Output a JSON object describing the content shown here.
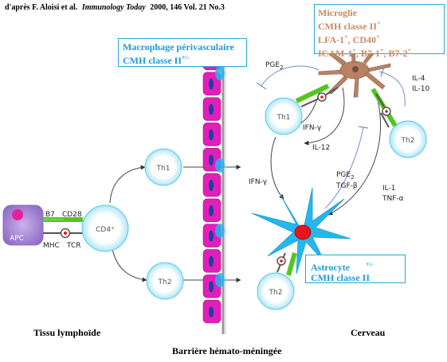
{
  "citation": {
    "prefix": "d'après F. Aloisi et al.",
    "journal": "Immunology Today",
    "suffix": "2000, 146 Vol. 21 No.3"
  },
  "microglia": {
    "title": "Microglie",
    "line2": "CMH classe II",
    "line2_sup": "+",
    "line3a": "LFA-1",
    "line3a_sup": "+",
    "line3b": ", CD40",
    "line3b_sup": "+",
    "line4a": "ICAM-1",
    "line4a_sup": "+",
    "line4b": ", B7-1",
    "line4b_sup": "+",
    "line4c": ", B7-2",
    "line4c_sup": "+"
  },
  "macrophage": {
    "line1": "Macrophage périvasculaire",
    "line2": "CMH classe II",
    "line2_sup": "+/-"
  },
  "astrocyte": {
    "line1": "Astrocyte",
    "line1_sup": "+/-",
    "line2": "CMH classe II"
  },
  "cells": {
    "apc": "APC",
    "cd4": "CD4⁺",
    "th1_left": "Th1",
    "th2_left": "Th2",
    "th1_right": "Th1",
    "th2_right_top": "Th2",
    "th2_right_bottom": "Th2"
  },
  "receptors": {
    "b7": "B7",
    "cd28": "CD28",
    "mhc": "MHC",
    "tcr": "TCR"
  },
  "cytokines": {
    "pge2_top": "PGE",
    "pge2_top_sub": "2",
    "il4": "IL-4",
    "il10": "IL-10",
    "ifng_mid": "IFN-γ",
    "il12": "IL-12",
    "ifng_left": "IFN-γ",
    "pge2_mid": "PGE",
    "pge2_mid_sub": "2",
    "tgfb": "TGF-β",
    "il1": "IL-1",
    "tnfa": "TNF-α"
  },
  "labels": {
    "tissu": "Tissu lymphoïde",
    "barriere": "Barrière hémato-méningée",
    "cerveau": "Cerveau"
  },
  "colors": {
    "box_border": "#29a8d8",
    "microglia_text": "#c98a63",
    "macrophage_text": "#1e9bd7",
    "vessel_pink": "#e21fb8",
    "nucleus_blue": "#1f3ea8",
    "astrocyte_cyan": "#25b6ee",
    "th_cell_cyan": "#6ed3f2",
    "apc_purple": "#a17fd0",
    "apc_nucleus": "#e8209a",
    "green": "#53c61f",
    "red": "#e8141e"
  }
}
